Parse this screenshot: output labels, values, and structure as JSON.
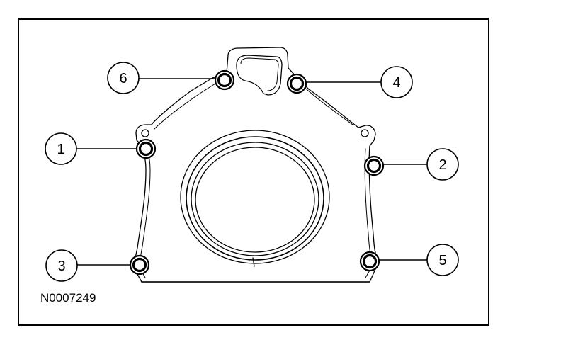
{
  "figure": {
    "reference_id": "N0007249",
    "callouts": [
      "1",
      "2",
      "3",
      "4",
      "5",
      "6"
    ]
  }
}
